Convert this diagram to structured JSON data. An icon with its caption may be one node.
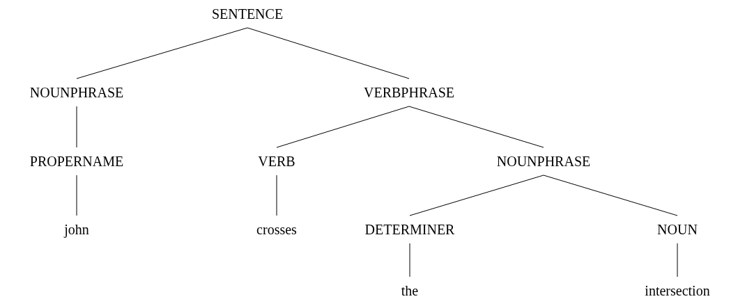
{
  "diagram": {
    "nodes": [
      {
        "text": [
          "SENTENCE"
        ]
      },
      {
        "text": [
          "NOUNPHRASE"
        ]
      },
      {
        "text": [
          "VERBPHRASE"
        ]
      },
      {
        "text": [
          "PROPERNAME"
        ]
      },
      {
        "text": [
          "VERB"
        ]
      },
      {
        "text": [
          "NOUNPHRASE"
        ]
      },
      {
        "text": [
          "john"
        ]
      },
      {
        "text": [
          "crosses"
        ]
      },
      {
        "text": [
          "DETERMINER"
        ]
      },
      {
        "text": [
          "NOUN"
        ]
      },
      {
        "text": [
          "the"
        ]
      },
      {
        "text": [
          "intersection"
        ]
      }
    ],
    "edges": [
      {
        "from": 0,
        "to": 1,
        "arrow": "none"
      },
      {
        "from": 0,
        "to": 2,
        "arrow": "none"
      },
      {
        "from": 1,
        "to": 3,
        "arrow": "none"
      },
      {
        "from": 3,
        "to": 6,
        "arrow": "none"
      },
      {
        "from": 2,
        "to": 4,
        "arrow": "none"
      },
      {
        "from": 2,
        "to": 5,
        "arrow": "none"
      },
      {
        "from": 4,
        "to": 7,
        "arrow": "none"
      },
      {
        "from": 5,
        "to": 8,
        "arrow": "none"
      },
      {
        "from": 5,
        "to": 9,
        "arrow": "none"
      },
      {
        "from": 8,
        "to": 10,
        "arrow": "none"
      },
      {
        "from": 9,
        "to": 11,
        "arrow": "none"
      }
    ]
  }
}
